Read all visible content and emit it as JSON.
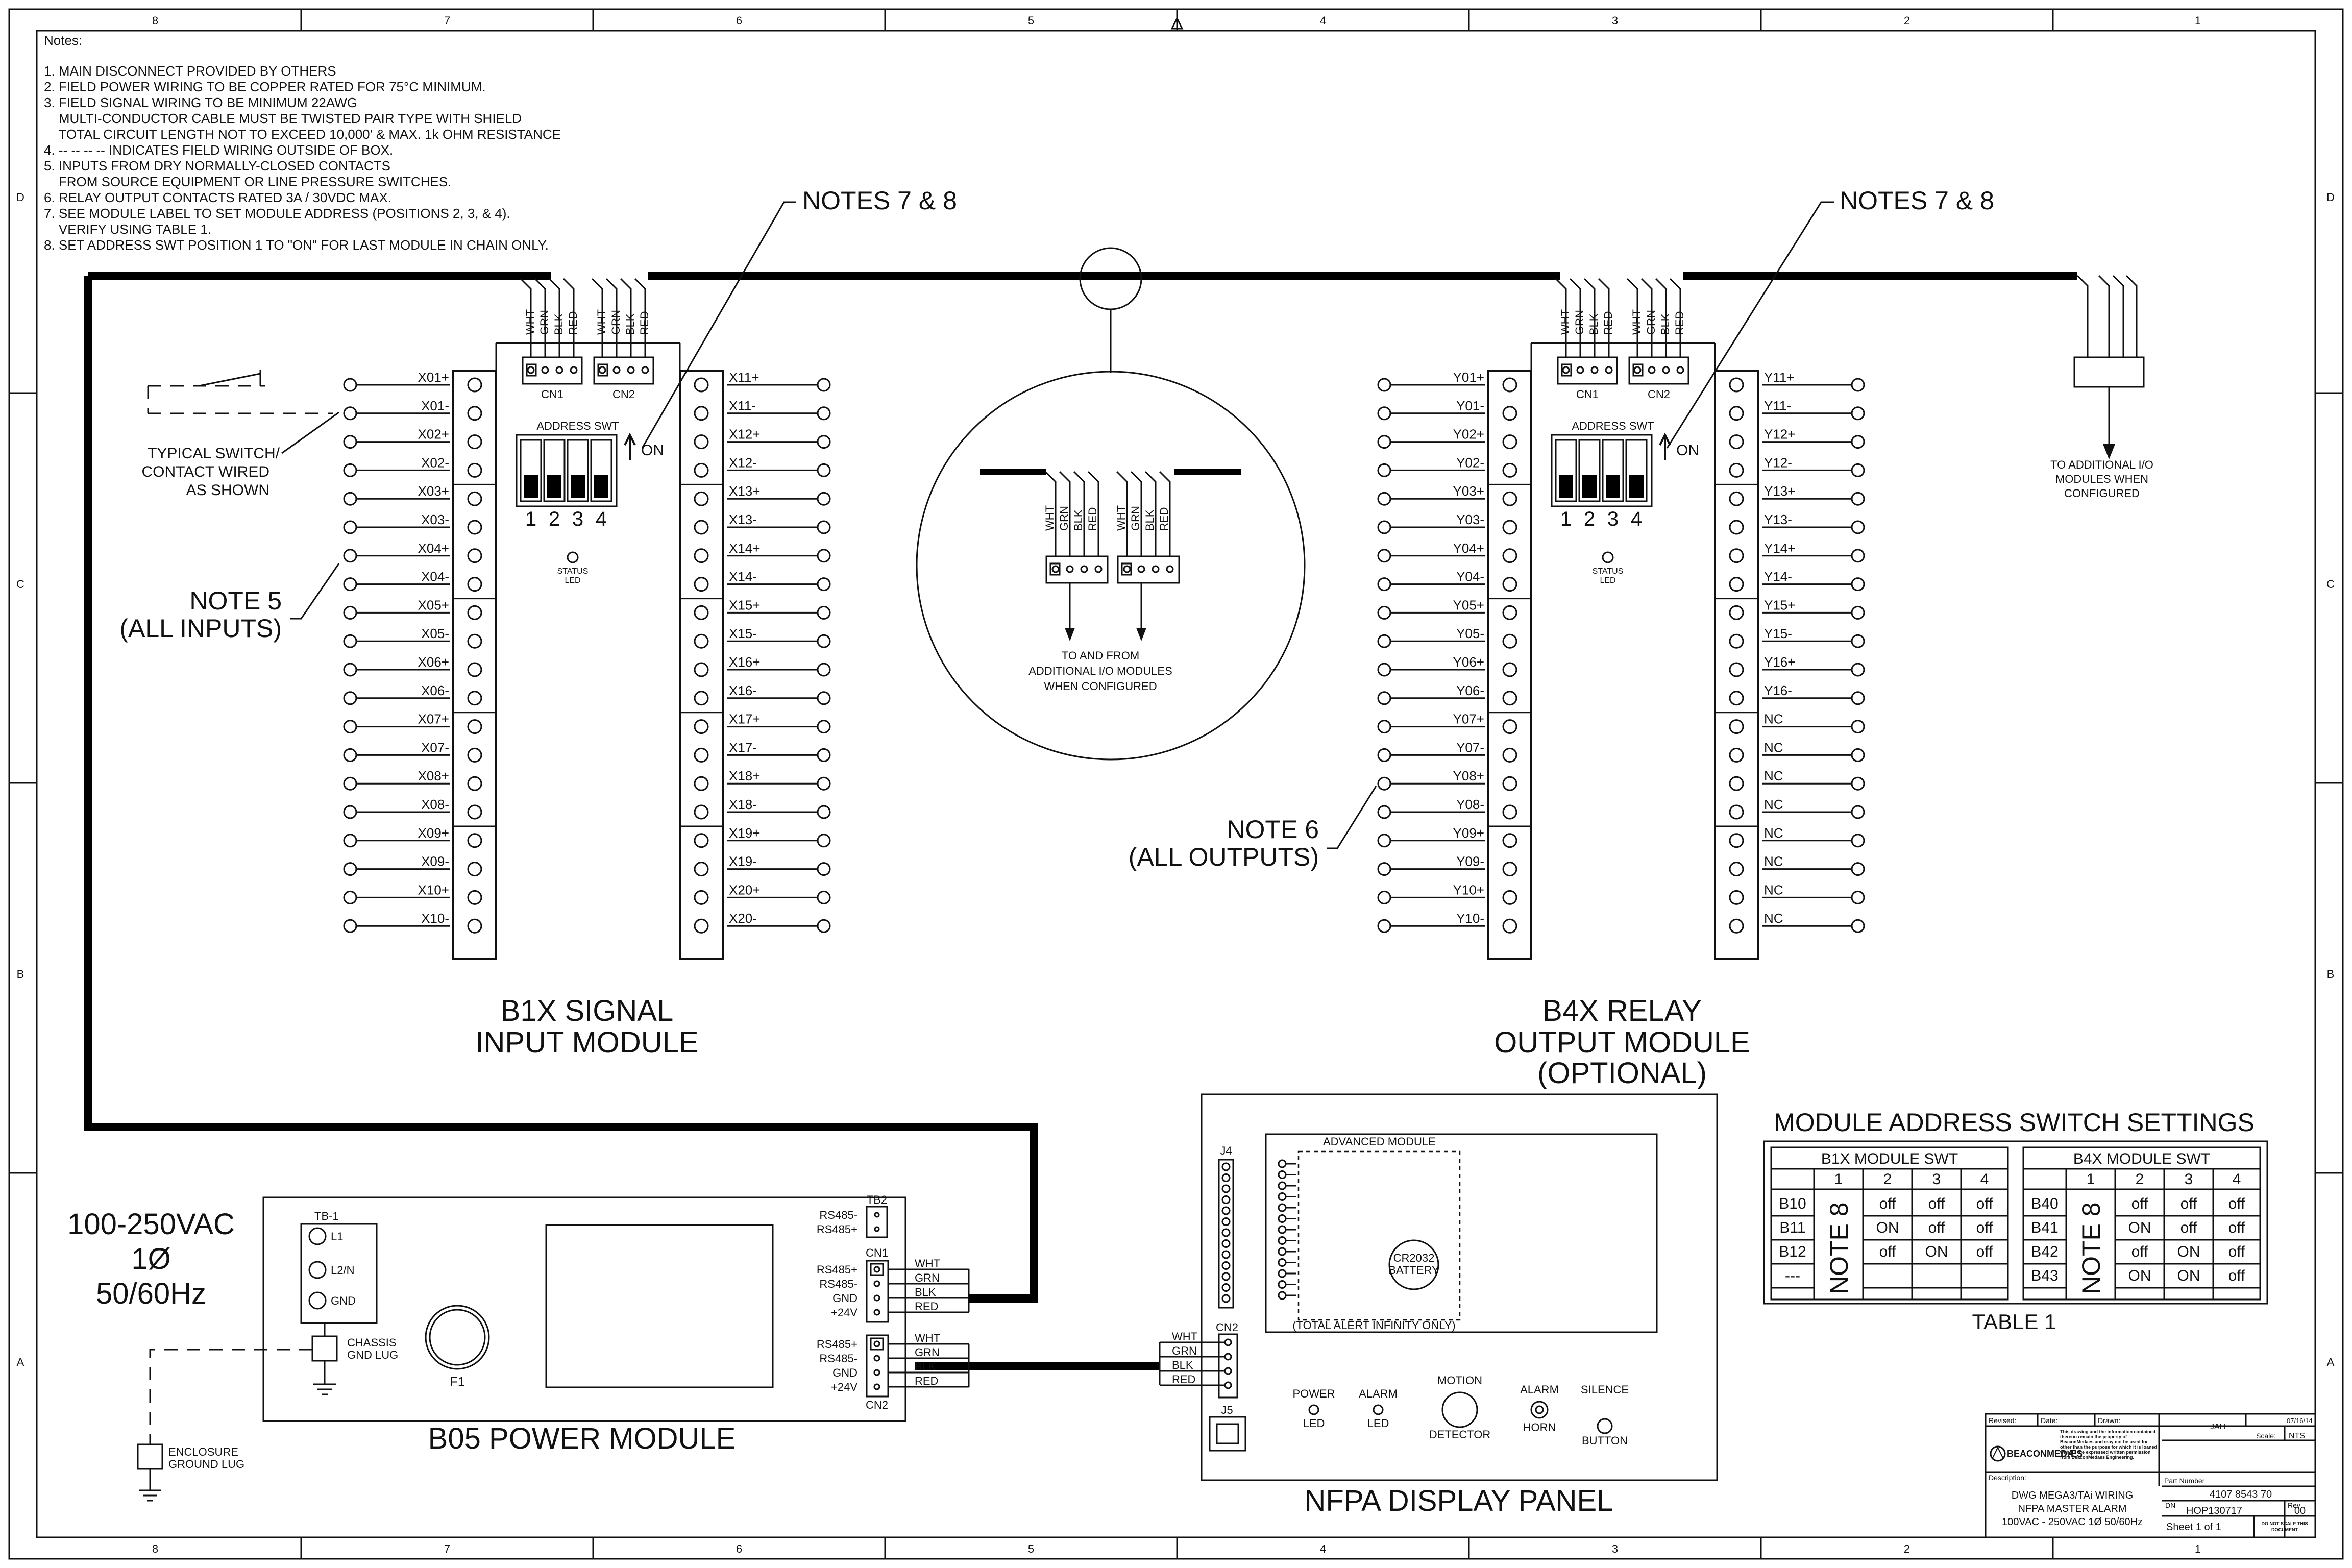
{
  "border": {
    "top_cols": [
      "8",
      "7",
      "6",
      "5",
      "4",
      "3",
      "2",
      "1"
    ],
    "side_rows": [
      "D",
      "C",
      "B",
      "A"
    ]
  },
  "notes": {
    "heading": "Notes:",
    "lines": [
      "1. MAIN DISCONNECT PROVIDED BY OTHERS",
      "2. FIELD POWER WIRING TO BE COPPER RATED FOR 75°C MINIMUM.",
      "3. FIELD SIGNAL WIRING TO BE MINIMUM 22AWG",
      "    MULTI-CONDUCTOR CABLE MUST BE TWISTED PAIR TYPE WITH SHIELD",
      "    TOTAL CIRCUIT LENGTH NOT TO EXCEED 10,000' & MAX. 1k OHM RESISTANCE",
      "4. -- -- -- -- INDICATES FIELD WIRING OUTSIDE OF BOX.",
      "5. INPUTS FROM DRY NORMALLY-CLOSED CONTACTS",
      "    FROM SOURCE EQUIPMENT OR LINE PRESSURE SWITCHES.",
      "6. RELAY OUTPUT CONTACTS RATED 3A / 30VDC MAX.",
      "7. SEE MODULE LABEL TO SET MODULE ADDRESS (POSITIONS 2, 3, & 4).",
      "    VERIFY USING TABLE 1.",
      "8. SET ADDRESS SWT POSITION 1 TO \"ON\" FOR LAST MODULE IN CHAIN ONLY."
    ]
  },
  "wire_colors": [
    "WHT",
    "GRN",
    "BLK",
    "RED"
  ],
  "callouts": {
    "notes78_left": "NOTES 7 & 8",
    "notes78_right": "NOTES 7 & 8",
    "typical_switch": [
      "TYPICAL SWITCH/",
      "CONTACT WIRED",
      "AS SHOWN"
    ],
    "note5": [
      "NOTE 5",
      "(ALL INPUTS)"
    ],
    "note6": [
      "NOTE 6",
      "(ALL OUTPUTS)"
    ],
    "to_additional": [
      "TO ADDITIONAL I/O",
      "MODULES WHEN",
      "CONFIGURED"
    ],
    "detail_to_from": [
      "TO AND FROM",
      "ADDITIONAL I/O MODULES",
      "WHEN CONFIGURED"
    ]
  },
  "b1x": {
    "title": [
      "B1X SIGNAL",
      "INPUT MODULE"
    ],
    "left_terms": [
      "X01+",
      "X01-",
      "X02+",
      "X02-",
      "X03+",
      "X03-",
      "X04+",
      "X04-",
      "X05+",
      "X05-",
      "X06+",
      "X06-",
      "X07+",
      "X07-",
      "X08+",
      "X08-",
      "X09+",
      "X09-",
      "X10+",
      "X10-"
    ],
    "right_terms": [
      "X11+",
      "X11-",
      "X12+",
      "X12-",
      "X13+",
      "X13-",
      "X14+",
      "X14-",
      "X15+",
      "X15-",
      "X16+",
      "X16-",
      "X17+",
      "X17-",
      "X18+",
      "X18-",
      "X19+",
      "X19-",
      "X20+",
      "X20-"
    ],
    "cn1": "CN1",
    "cn2": "CN2",
    "address_swt": "ADDRESS SWT",
    "on": "ON",
    "switch_nums": [
      "1",
      "2",
      "3",
      "4"
    ],
    "status_led": [
      "STATUS",
      "LED"
    ]
  },
  "b4x": {
    "title": [
      "B4X RELAY",
      "OUTPUT MODULE",
      "(OPTIONAL)"
    ],
    "left_terms": [
      "Y01+",
      "Y01-",
      "Y02+",
      "Y02-",
      "Y03+",
      "Y03-",
      "Y04+",
      "Y04-",
      "Y05+",
      "Y05-",
      "Y06+",
      "Y06-",
      "Y07+",
      "Y07-",
      "Y08+",
      "Y08-",
      "Y09+",
      "Y09-",
      "Y10+",
      "Y10-"
    ],
    "right_terms": [
      "Y11+",
      "Y11-",
      "Y12+",
      "Y12-",
      "Y13+",
      "Y13-",
      "Y14+",
      "Y14-",
      "Y15+",
      "Y15-",
      "Y16+",
      "Y16-",
      "NC",
      "NC",
      "NC",
      "NC",
      "NC",
      "NC",
      "NC",
      "NC"
    ],
    "cn1": "CN1",
    "cn2": "CN2",
    "address_swt": "ADDRESS SWT",
    "on": "ON",
    "switch_nums": [
      "1",
      "2",
      "3",
      "4"
    ],
    "status_led": [
      "STATUS",
      "LED"
    ]
  },
  "power": {
    "title": "B05 POWER MODULE",
    "supply": [
      "100-250VAC",
      "1Ø",
      "50/60Hz"
    ],
    "tb1": "TB-1",
    "tb1_terms": [
      "L1",
      "L2/N",
      "GND"
    ],
    "chassis": [
      "CHASSIS",
      "GND LUG"
    ],
    "enclosure": [
      "ENCLOSURE",
      "GROUND LUG"
    ],
    "fuse": "F1",
    "tb2": "TB2",
    "tb2_terms": [
      "RS485-",
      "RS485+"
    ],
    "cn1": "CN1",
    "cn2": "CN2",
    "cn_terms": [
      "RS485+",
      "RS485-",
      "GND",
      "+24V"
    ]
  },
  "display": {
    "title": "NFPA DISPLAY PANEL",
    "advanced": "ADVANCED MODULE",
    "battery": [
      "CR2032",
      "BATTERY"
    ],
    "total_alert": "(TOTAL ALERT INFINITY ONLY)",
    "j4": "J4",
    "j5": "J5",
    "cn2": "CN2",
    "indicators": [
      {
        "label": [
          "POWER",
          "LED"
        ]
      },
      {
        "label": [
          "ALARM",
          "LED"
        ]
      },
      {
        "label": [
          "MOTION",
          "DETECTOR"
        ]
      },
      {
        "label": [
          "ALARM",
          "HORN"
        ]
      },
      {
        "label": [
          "SILENCE",
          "BUTTON"
        ]
      }
    ]
  },
  "address_table": {
    "title": "MODULE ADDRESS SWITCH SETTINGS",
    "caption": "TABLE 1",
    "b1x_head": "B1X MODULE SWT",
    "b4x_head": "B4X MODULE SWT",
    "cols": [
      "1",
      "2",
      "3",
      "4"
    ],
    "note8": "NOTE 8",
    "b1x_rows": [
      {
        "addr": "B10",
        "v": [
          "off",
          "off",
          "off"
        ]
      },
      {
        "addr": "B11",
        "v": [
          "ON",
          "off",
          "off"
        ]
      },
      {
        "addr": "B12",
        "v": [
          "off",
          "ON",
          "off"
        ]
      },
      {
        "addr": "---",
        "v": [
          "",
          "",
          ""
        ]
      }
    ],
    "b4x_rows": [
      {
        "addr": "B40",
        "v": [
          "off",
          "off",
          "off"
        ]
      },
      {
        "addr": "B41",
        "v": [
          "ON",
          "off",
          "off"
        ]
      },
      {
        "addr": "B42",
        "v": [
          "off",
          "ON",
          "off"
        ]
      },
      {
        "addr": "B43",
        "v": [
          "ON",
          "ON",
          "off"
        ]
      }
    ]
  },
  "title_block": {
    "revised": "Revised:",
    "date_l": "Date:",
    "drawn_l": "Drawn:",
    "drawn": "JAH",
    "date": "07/16/14",
    "scale_l": "Scale:",
    "scale": "NTS",
    "company": "BEACONMEDÆS",
    "disclaimer": "This drawing and the information contained thereon remain the property of BeaconMedaes and may not be used for other than the purpose for which it is loaned without the expressed written permission from BeaconMedaes Engineering.",
    "desc_l": "Description:",
    "part_l": "Part Number",
    "part": "4107 8543 70",
    "desc": [
      "DWG MEGA3/TAi WIRING",
      "NFPA MASTER ALARM",
      "100VAC - 250VAC 1Ø 50/60Hz"
    ],
    "dn_l": "DN",
    "dn": "HOP130717",
    "rev_l": "Rev",
    "rev": "00",
    "sheet": "Sheet  1  of  1",
    "noscale": [
      "DO NOT SCALE THIS",
      "DOCUMENT"
    ]
  }
}
